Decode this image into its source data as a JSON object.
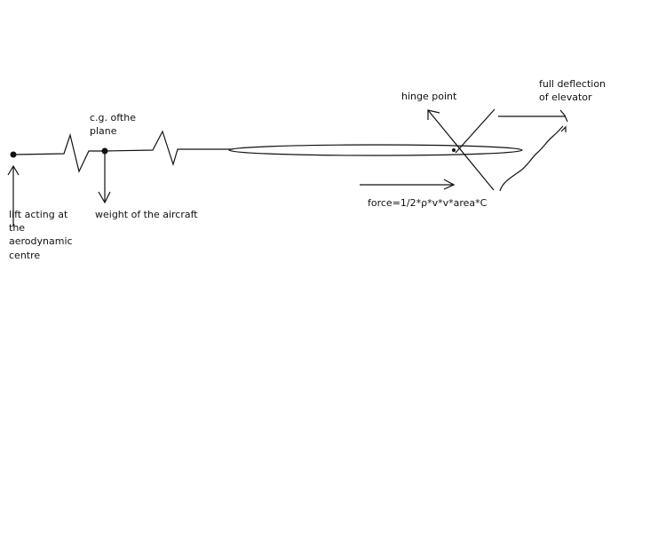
{
  "labels": {
    "cg_line1": "c.g. ofthe",
    "cg_line2": "plane",
    "lift_line1": "lift acting at",
    "lift_line2": "the",
    "lift_line3": "aerodynamic",
    "lift_line4": "centre",
    "weight": "weight of the aircraft",
    "hinge": "hinge point",
    "deflection_line1": "full deflection",
    "deflection_line2": "of elevator",
    "force": "force=1/2*ρ*v*v*area*C"
  }
}
